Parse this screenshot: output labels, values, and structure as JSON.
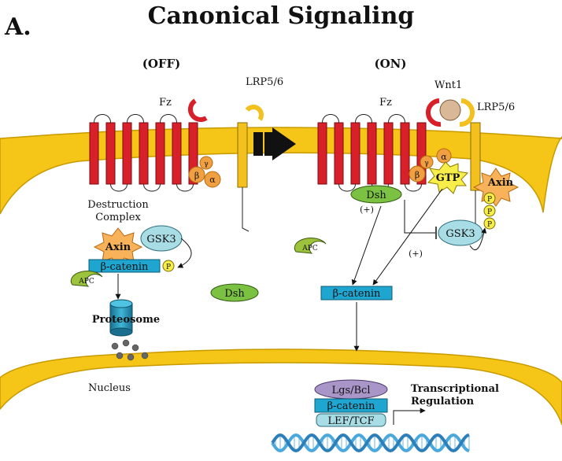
{
  "panel_letter": "A.",
  "title": "Canonical Signaling",
  "states": {
    "off": "(OFF)",
    "on": "(ON)"
  },
  "labels": {
    "fz": "Fz",
    "lrp": "LRP5/6",
    "wnt": "Wnt1",
    "beta": "β",
    "gamma": "γ",
    "alpha": "α",
    "gtp": "GTP",
    "axin": "Axin",
    "gsk3": "GSK3",
    "bcat": "β-catenin",
    "apc": "APC",
    "dsh": "Dsh",
    "phos": "P",
    "destruction": "Destruction",
    "complex": "Complex",
    "proteosome": "Proteosome",
    "nucleus": "Nucleus",
    "lgs": "Lgs/Bcl",
    "lef": "LEF/TCF",
    "plus": "(+)",
    "transcriptional": "Transcriptional",
    "regulation": "Regulation"
  },
  "colors": {
    "membrane": "#f5c518",
    "receptor": "#d8202a",
    "lrp": "#f3c01d",
    "gprotein": "#f0a040",
    "gtp": "#f8ee4a",
    "axin": "#f7b25a",
    "gsk3": "#a9dde6",
    "bcat": "#1fa6d0",
    "apc": "#9cc33b",
    "dsh": "#7cc242",
    "proteosome": "#2ea5c8",
    "lgs": "#a995c8",
    "lef": "#a9dde6",
    "dna": "#4aa8dc"
  }
}
